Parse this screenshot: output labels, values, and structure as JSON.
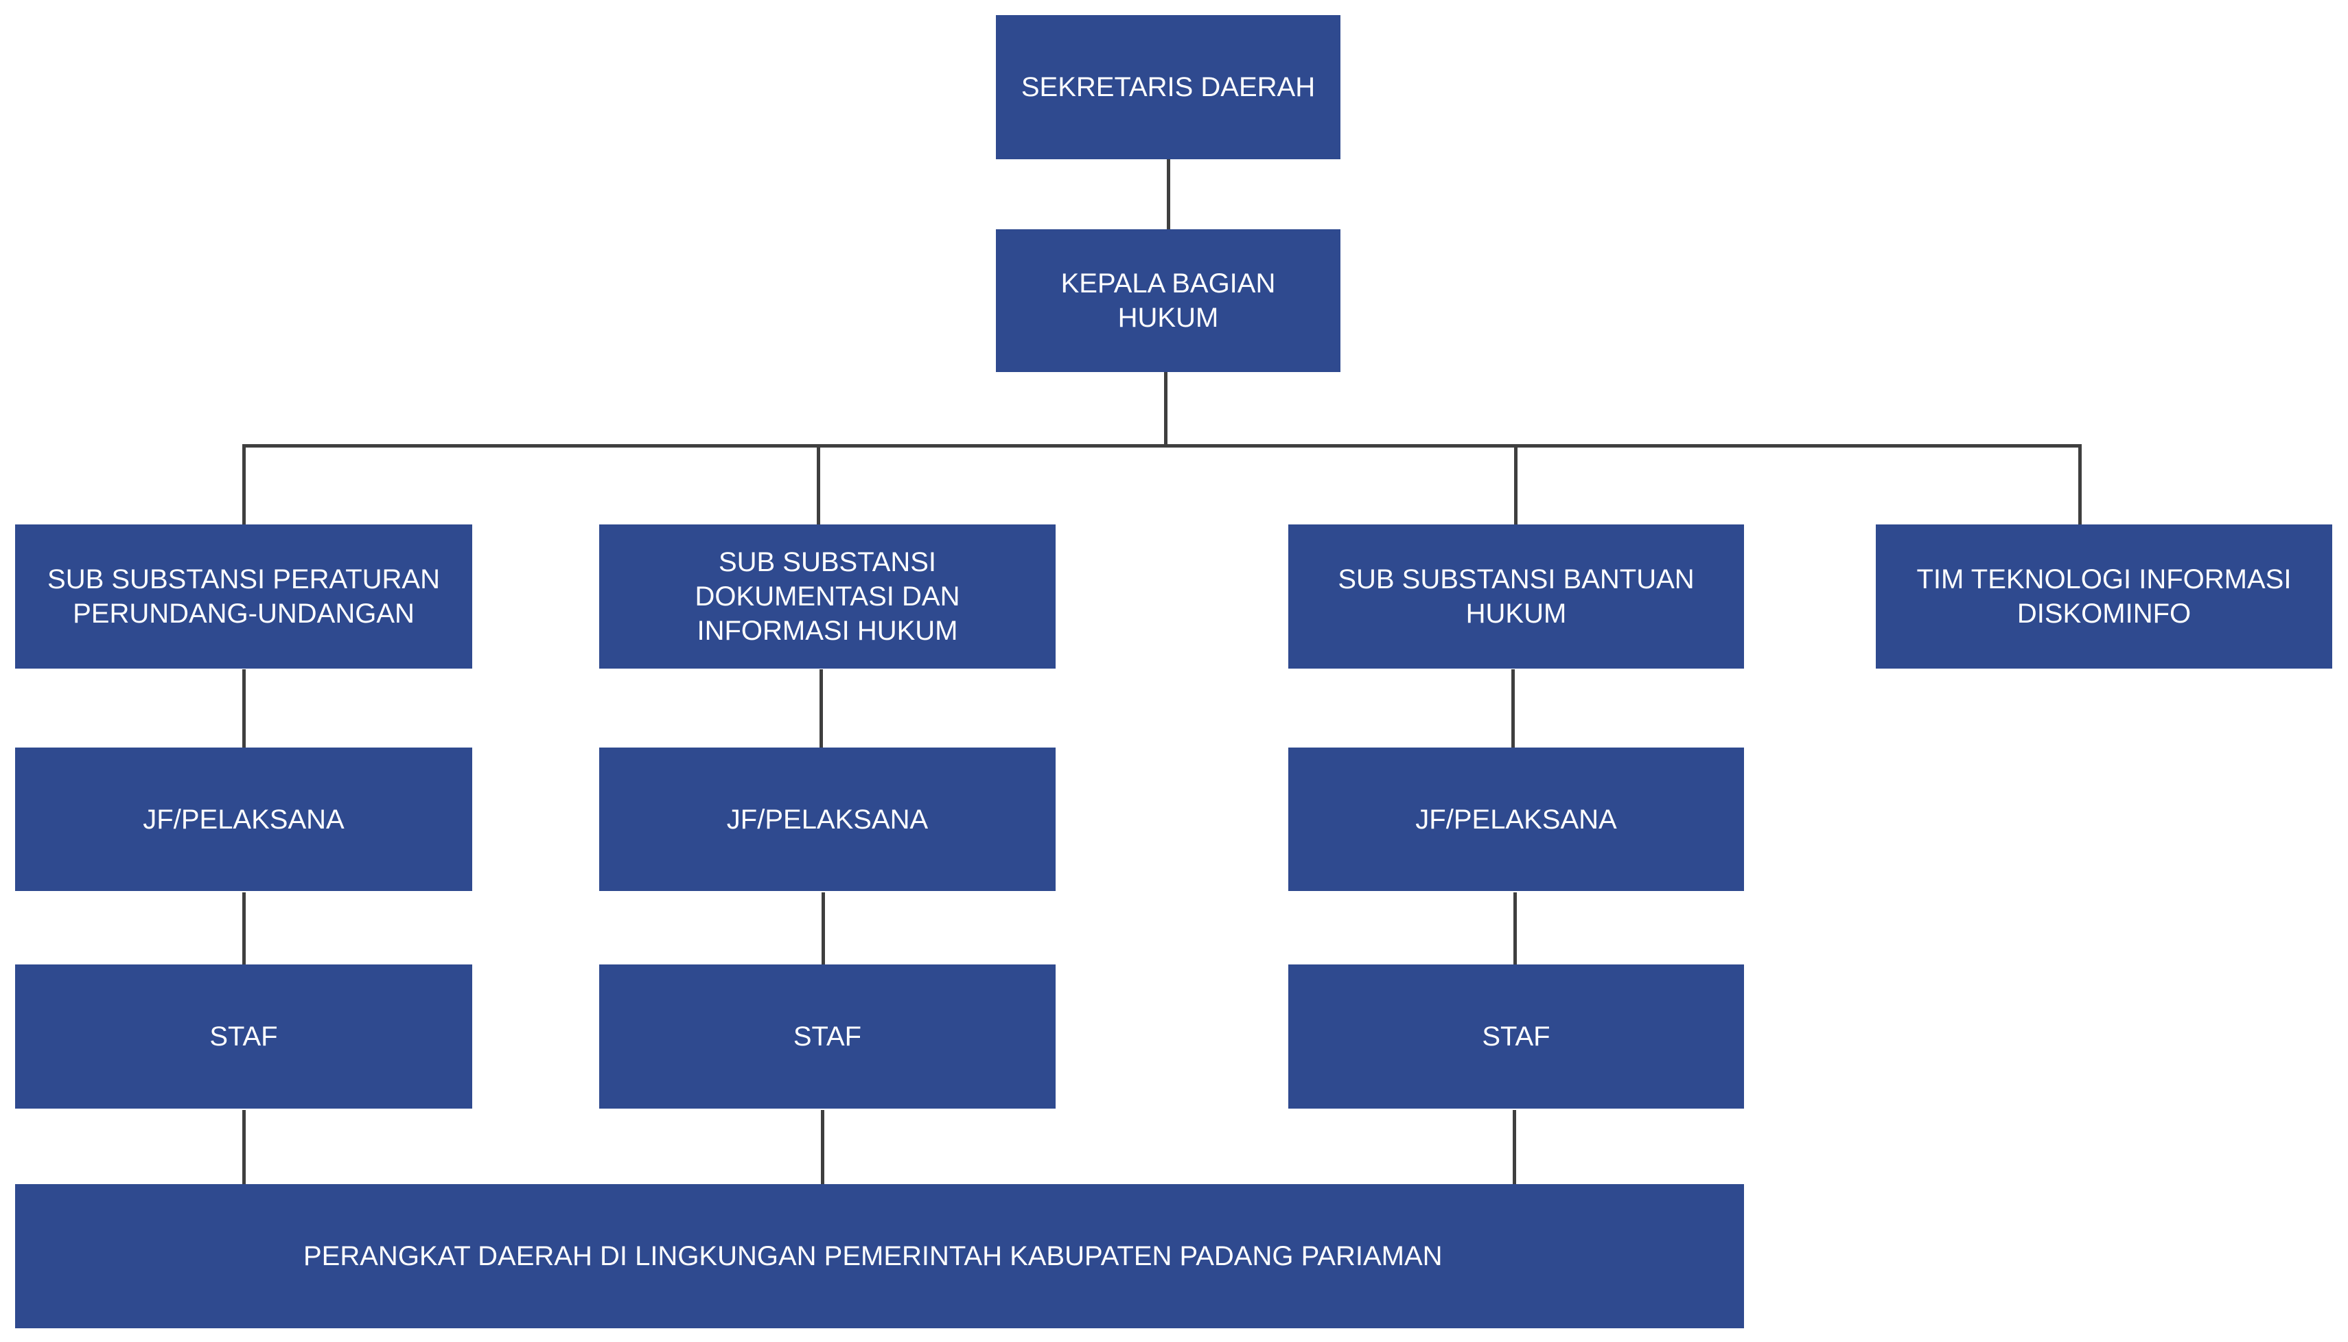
{
  "org_chart": {
    "colors": {
      "box_fill": "#2f4a8f",
      "box_text": "#ffffff",
      "connector": "#3f3f3f",
      "background": "#ffffff"
    },
    "root": "SEKRETARIS DAERAH",
    "head": "KEPALA BAGIAN\nHUKUM",
    "units": [
      {
        "name": "SUB SUBSTANSI PERATURAN\nPERUNDANG-UNDANGAN",
        "functional": "JF/PELAKSANA",
        "staff": "STAF"
      },
      {
        "name": "SUB SUBSTANSI\nDOKUMENTASI DAN\nINFORMASI HUKUM",
        "functional": "JF/PELAKSANA",
        "staff": "STAF"
      },
      {
        "name": "SUB SUBSTANSI BANTUAN\nHUKUM",
        "functional": "JF/PELAKSANA",
        "staff": "STAF"
      },
      {
        "name": "TIM TEKNOLOGI INFORMASI\nDISKOMINFO"
      }
    ],
    "footer": "PERANGKAT DAERAH DI LINGKUNGAN PEMERINTAH KABUPATEN PADANG PARIAMAN"
  }
}
